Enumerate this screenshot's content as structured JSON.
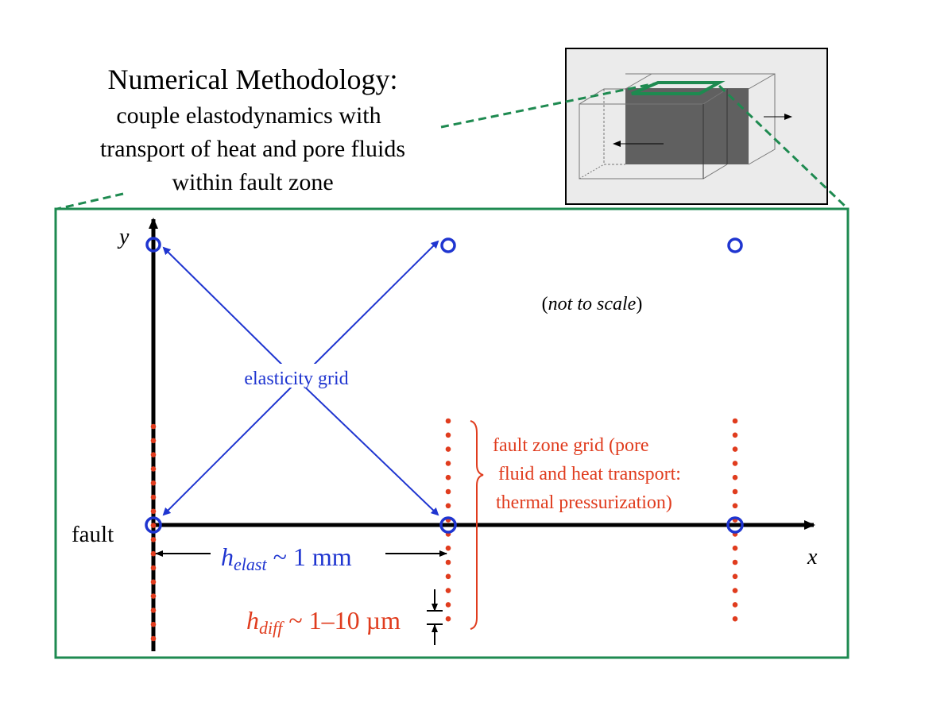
{
  "title": {
    "heading": "Numerical Methodology:",
    "lines": [
      "couple elastodynamics with",
      "transport of heat and pore fluids",
      "within fault zone"
    ]
  },
  "diagram": {
    "axis_y_label": "y",
    "axis_x_label": "x",
    "fault_label": "fault",
    "note_open": "(",
    "note": "not to scale",
    "note_close": ")",
    "elasticity_label": "elasticity grid",
    "fault_zone_lines": [
      "fault zone grid (pore",
      "fluid and heat transport:",
      "thermal pressurization)"
    ],
    "h_elast": {
      "symbol": "h",
      "subscript": "elast",
      "value": " ~ 1 mm"
    },
    "h_diff": {
      "symbol": "h",
      "subscript": "diff",
      "value": " ~ 1–10 µm"
    }
  },
  "colors": {
    "blue": "#1f35d0",
    "red": "#e03c1e",
    "green": "#1e8a50"
  }
}
